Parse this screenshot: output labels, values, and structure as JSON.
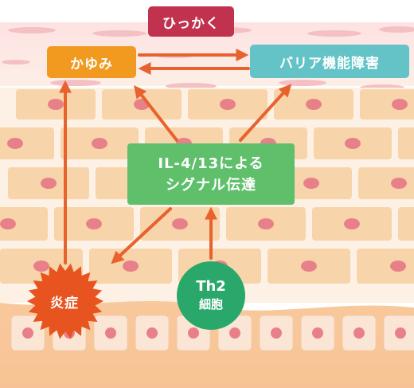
{
  "labels": {
    "scratch": "ひっかく",
    "itch": "かゆみ",
    "barrier": "バリア機能障害",
    "signal_line1": "IL-4/13による",
    "signal_line2": "シグナル伝達",
    "inflammation": "炎症",
    "th2_line1": "Th2",
    "th2_line2": "細胞"
  },
  "colors": {
    "scratch": "#c0324e",
    "itch": "#f19a1f",
    "barrier": "#63c3c7",
    "signal": "#5fbf6b",
    "inflammation": "#e85420",
    "th2": "#2aa86b",
    "arrow": "#e8622e",
    "skin_cell": "#f8d4aa",
    "nucleus": "#e8808a"
  },
  "arrows": [
    {
      "from": "inflammation",
      "to": "itch"
    },
    {
      "from": "itch",
      "to": "barrier"
    },
    {
      "from": "barrier",
      "to": "itch"
    },
    {
      "from": "signal",
      "to": "itch"
    },
    {
      "from": "signal",
      "to": "barrier"
    },
    {
      "from": "signal",
      "to": "inflammation"
    },
    {
      "from": "th2",
      "to": "signal"
    }
  ]
}
